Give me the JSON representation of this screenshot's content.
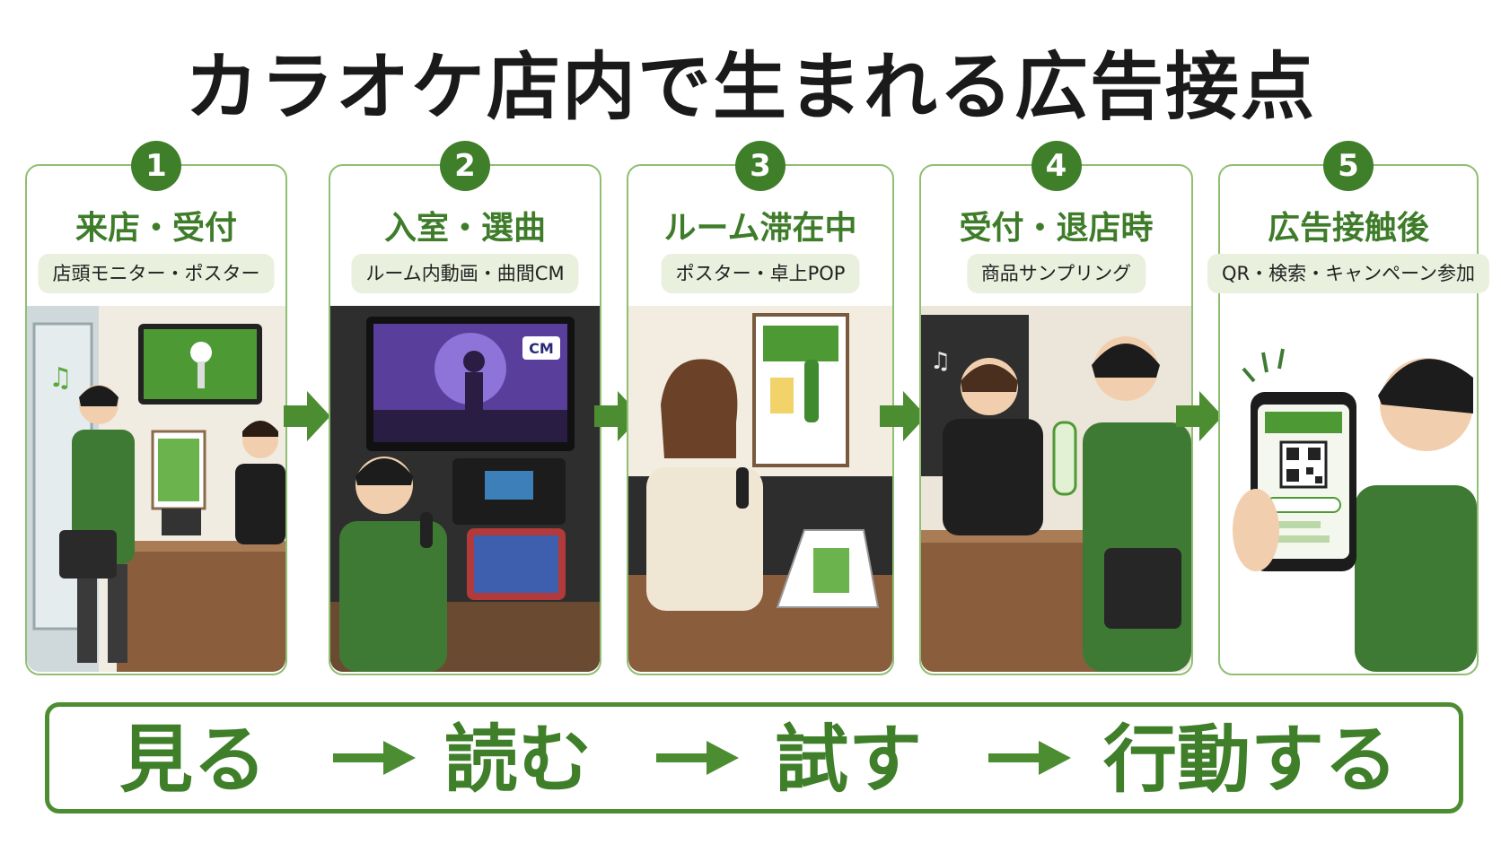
{
  "title": "カラオケ店内で生まれる広告接点",
  "colors": {
    "accent": "#3f7f2a",
    "accent_light": "#8fbf73",
    "pill_bg": "#eaf0de",
    "text": "#1a1a1a"
  },
  "steps": [
    {
      "number": "1",
      "title": "来店・受付",
      "subtitle": "店頭モニター・ポスター"
    },
    {
      "number": "2",
      "title": "入室・選曲",
      "subtitle": "ルーム内動画・曲間CM"
    },
    {
      "number": "3",
      "title": "ルーム滞在中",
      "subtitle": "ポスター・卓上POP"
    },
    {
      "number": "4",
      "title": "受付・退店時",
      "subtitle": "商品サンプリング"
    },
    {
      "number": "5",
      "title": "広告接触後",
      "subtitle": "QR・検索・キャンペーン参加"
    }
  ],
  "scene_labels": {
    "cm_badge": "CM"
  },
  "flow": [
    "見る",
    "読む",
    "試す",
    "行動する"
  ]
}
